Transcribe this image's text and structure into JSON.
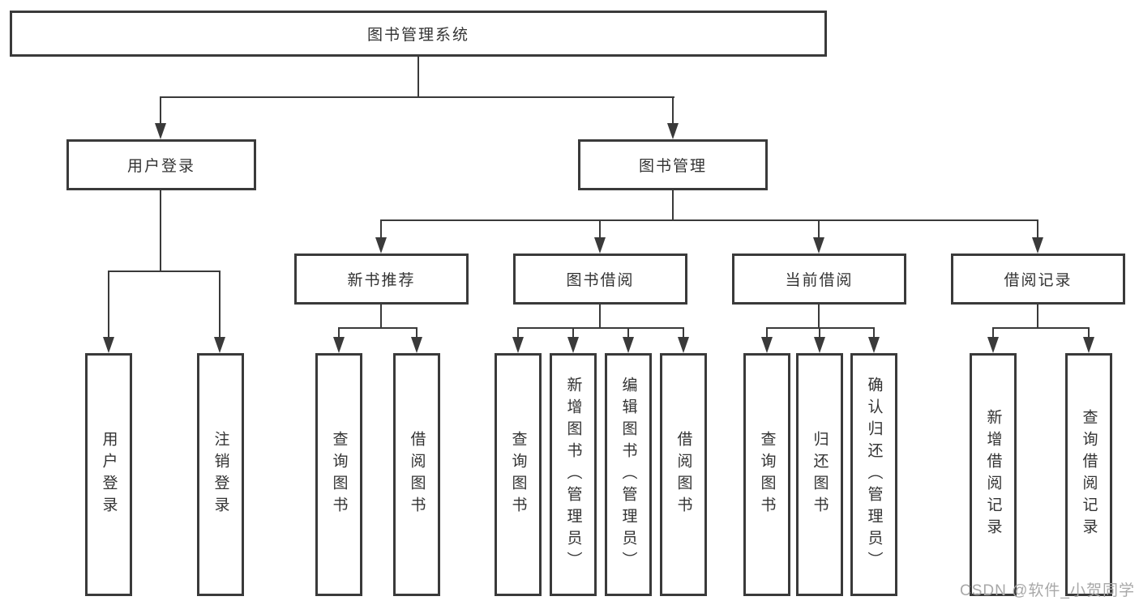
{
  "diagram": {
    "root": {
      "label": "图书管理系统"
    },
    "branches": [
      {
        "label": "用户登录",
        "children": [
          "用户登录",
          "注销登录"
        ]
      },
      {
        "label": "图书管理",
        "children": [
          {
            "label": "新书推荐",
            "children": [
              "查询图书",
              "借阅图书"
            ]
          },
          {
            "label": "图书借阅",
            "children": [
              "查询图书",
              "新增图书（管理员）",
              "编辑图书（管理员）",
              "借阅图书"
            ]
          },
          {
            "label": "当前借阅",
            "children": [
              "查询图书",
              "归还图书",
              "确认归还（管理员）"
            ]
          },
          {
            "label": "借阅记录",
            "children": [
              "新增借阅记录",
              "查询借阅记录"
            ]
          }
        ]
      }
    ]
  },
  "watermark": {
    "text": "CSDN @软件_小贺同学"
  },
  "colors": {
    "line": "#3a3a3a",
    "text": "#333333",
    "watermark": "#a8a8a8",
    "background": "#ffffff"
  }
}
